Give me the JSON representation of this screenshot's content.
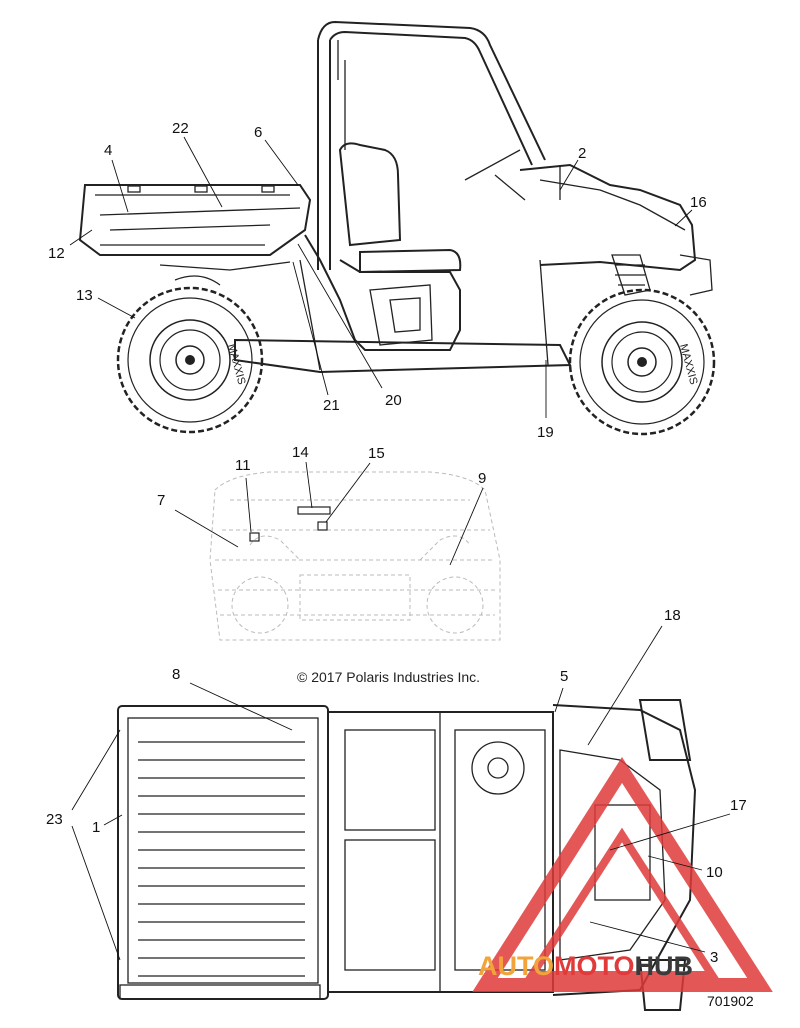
{
  "copyright": "© 2017 Polaris Industries Inc.",
  "figure_id": "701902",
  "watermark": {
    "text_part1": "AUTO",
    "text_part2": "MOTO",
    "text_part3": "HUB",
    "color_orange": "#f2a33a",
    "color_red": "#e03a3a",
    "color_dark": "#3a3a3a"
  },
  "tire_text": "MAXXIS",
  "callouts": {
    "c1": "1",
    "c2": "2",
    "c3": "3",
    "c4": "4",
    "c5": "5",
    "c6": "6",
    "c7": "7",
    "c8": "8",
    "c9": "9",
    "c10": "10",
    "c11": "11",
    "c12": "12",
    "c13": "13",
    "c14": "14",
    "c15": "15",
    "c16": "16",
    "c17": "17",
    "c18": "18",
    "c19": "19",
    "c20": "20",
    "c21": "21",
    "c22": "22",
    "c23": "23"
  }
}
